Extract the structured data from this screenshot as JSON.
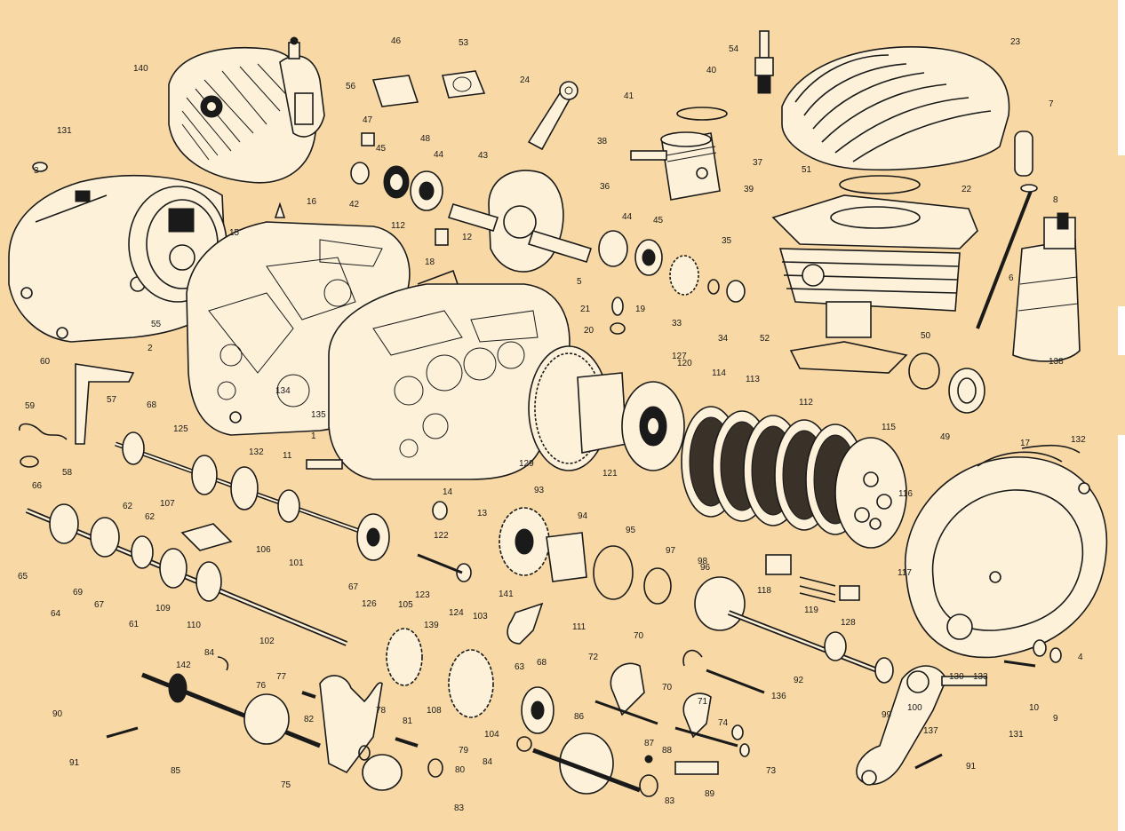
{
  "diagram": {
    "part_numbers": [
      "140",
      "131",
      "3",
      "15",
      "16",
      "55",
      "2",
      "60",
      "59",
      "57",
      "58",
      "66",
      "62",
      "62",
      "65",
      "64",
      "69",
      "67",
      "61",
      "109",
      "110",
      "107",
      "106",
      "101",
      "125",
      "68",
      "134",
      "135",
      "132",
      "11",
      "1",
      "42",
      "112",
      "18",
      "12",
      "47",
      "45",
      "48",
      "44",
      "46",
      "53",
      "56",
      "24",
      "43",
      "38",
      "36",
      "44",
      "45",
      "41",
      "40",
      "37",
      "39",
      "5",
      "21",
      "20",
      "19",
      "33",
      "35",
      "34",
      "54",
      "23",
      "51",
      "22",
      "7",
      "8",
      "6",
      "138",
      "52",
      "50",
      "49",
      "127",
      "120",
      "114",
      "113",
      "112",
      "115",
      "116",
      "117",
      "17",
      "132",
      "129",
      "121",
      "93",
      "94",
      "95",
      "97",
      "98",
      "96",
      "14",
      "13",
      "122",
      "123",
      "105",
      "67",
      "126",
      "102",
      "124",
      "103",
      "139",
      "141",
      "63",
      "68",
      "111",
      "118",
      "119",
      "128",
      "70",
      "70",
      "72",
      "71",
      "74",
      "73",
      "136",
      "92",
      "99",
      "100",
      "137",
      "130",
      "133",
      "131",
      "10",
      "9",
      "4",
      "90",
      "91",
      "142",
      "84",
      "85",
      "76",
      "77",
      "75",
      "82",
      "78",
      "81",
      "79",
      "80",
      "83",
      "84",
      "104",
      "108",
      "86",
      "87",
      "88",
      "89",
      "83",
      "91"
    ]
  }
}
